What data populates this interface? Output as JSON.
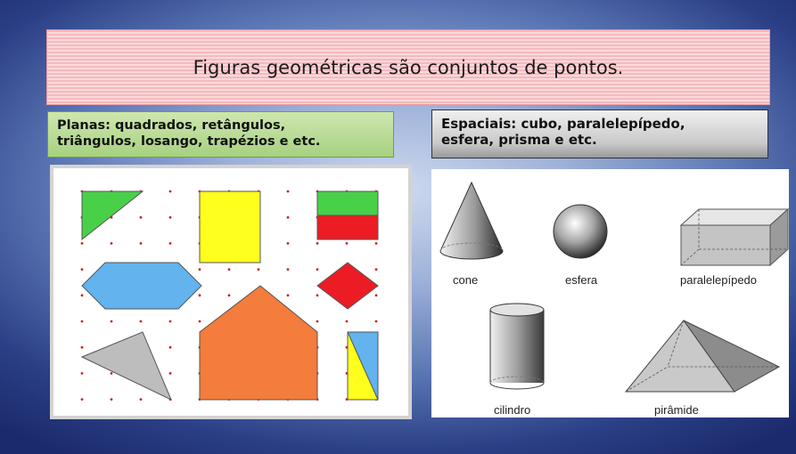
{
  "title": "Figuras geométricas  são conjuntos de pontos.",
  "planas": {
    "line1": "Planas: quadrados, retângulos,",
    "line2": "triângulos, losango, trapézios e etc."
  },
  "espaciais": {
    "line1": "Espaciais: cubo, paralelepípedo,",
    "line2": "esfera, prisma e etc."
  },
  "solids": {
    "cone": "cone",
    "esfera": "esfera",
    "paralelepipedo": "paralelepípedo",
    "cilindro": "cilindro",
    "piramide": "pirâmide"
  },
  "colors": {
    "green": "#49d049",
    "yellow": "#ffff1e",
    "red": "#ec1c24",
    "blue": "#62b3ee",
    "orange": "#f47c3c",
    "gray": "#bdbdbd",
    "dot": "#cc2222"
  }
}
